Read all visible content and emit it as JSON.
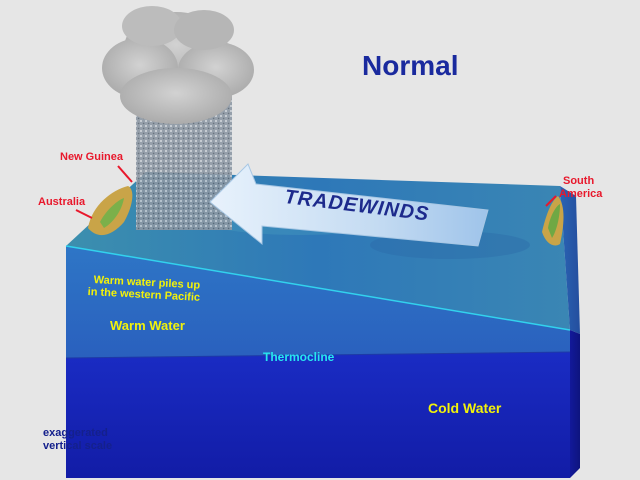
{
  "title": "Normal",
  "tradewinds": "TRADEWINDS",
  "labels": {
    "new_guinea": "New Guinea",
    "australia": "Australia",
    "south_america_1": "South",
    "south_america_2": "America",
    "warm_piles_1": "Warm water piles up",
    "warm_piles_2": "in the western Pacific",
    "warm_water": "Warm Water",
    "thermocline": "Thermocline",
    "cold_water": "Cold Water",
    "scale_1": "exaggerated",
    "scale_2": "vertical scale"
  },
  "colors": {
    "background": "#e6e6e6",
    "title": "#1a2a9e",
    "land_labels": "#e8182c",
    "warm_labels": "#f2f20a",
    "thermocline_label": "#27e6ee",
    "warm_water": "#2a6cc2",
    "cold_water": "#1424b8",
    "thermocline_line": "#32d2ee",
    "land": "#c9a448"
  }
}
